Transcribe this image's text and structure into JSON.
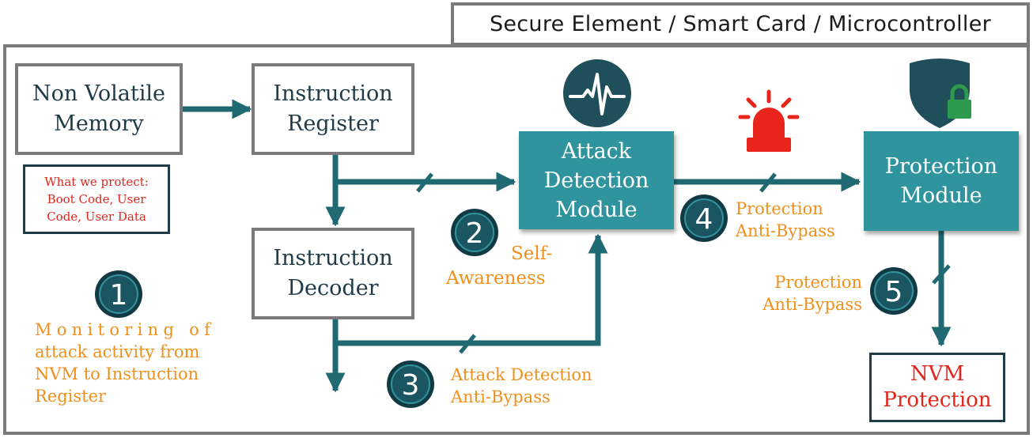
{
  "header": {
    "title": "Secure Element / Smart Card / Microcontroller"
  },
  "blocks": {
    "nvm": {
      "line1": "Non Volatile",
      "line2": "Memory"
    },
    "instruction_register": {
      "line1": "Instruction",
      "line2": "Register"
    },
    "instruction_decoder": {
      "line1": "Instruction",
      "line2": "Decoder"
    },
    "attack_detection": {
      "line1": "Attack",
      "line2": "Detection",
      "line3": "Module"
    },
    "protection_module": {
      "line1": "Protection",
      "line2": "Module"
    },
    "nvm_protection": {
      "line1": "NVM",
      "line2": "Protection"
    }
  },
  "protect_note": {
    "line1": "What we protect:",
    "line2": "Boot Code, User",
    "line3": "Code, User Data"
  },
  "steps": [
    {
      "number": "1",
      "line1": "Monitoring of",
      "line2": "attack activity from",
      "line3": "NVM to Instruction",
      "line4": "Register"
    },
    {
      "number": "2",
      "line1": "Self-",
      "line2": "Awareness"
    },
    {
      "number": "3",
      "line1": "Attack Detection",
      "line2": "Anti-Bypass"
    },
    {
      "number": "4",
      "line1": "Protection",
      "line2": "Anti-Bypass"
    },
    {
      "number": "5",
      "line1": "Protection",
      "line2": "Anti-Bypass"
    }
  ],
  "icons": {
    "heartbeat": "pulse-monitor-icon",
    "alarm": "alarm-siren-icon",
    "shield": "shield-lock-icon"
  },
  "colors": {
    "teal": "#2f949e",
    "dark_teal": "#1f6a72",
    "navy": "#1f3b47",
    "orange": "#f0901c",
    "red": "#e1261c",
    "gray": "#7a7a7a"
  }
}
